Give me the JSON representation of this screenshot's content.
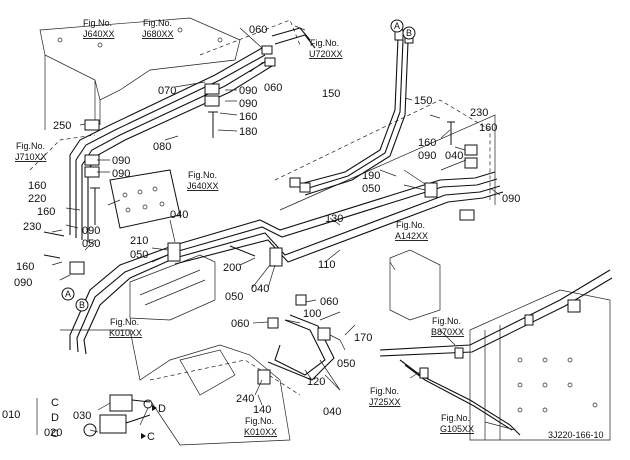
{
  "part_labels": {
    "p010": "010",
    "p020": "020",
    "p030": "030",
    "p040a": "040",
    "p040b": "040",
    "p040c": "040",
    "p040d": "040",
    "p050a": "050",
    "p050b": "050",
    "p050c": "050",
    "p050d": "050",
    "p060a": "060",
    "p060b": "060",
    "p060c": "060",
    "p060d": "060",
    "p070": "070",
    "p080": "080",
    "p090a": "090",
    "p090b": "090",
    "p090c": "090",
    "p090d": "090",
    "p090e": "090",
    "p090f": "090",
    "p090g": "090",
    "p090h": "090",
    "p100": "100",
    "p110": "110",
    "p120": "120",
    "p130": "130",
    "p140": "140",
    "p150a": "150",
    "p150b": "150",
    "p160a": "160",
    "p160b": "160",
    "p160c": "160",
    "p160d": "160",
    "p160e": "160",
    "p160f": "160",
    "p170": "170",
    "p180": "180",
    "p190": "190",
    "p200": "200",
    "p210": "210",
    "p220": "220",
    "p230a": "230",
    "p230b": "230",
    "p240": "240",
    "p250": "250"
  },
  "fig_refs": {
    "j640a": "J640XX",
    "j680": "J680XX",
    "u720": "U720XX",
    "j710": "J710XX",
    "j640b": "J640XX",
    "a142": "A142XX",
    "k010a": "K010XX",
    "b870": "B870XX",
    "j725": "J725XX",
    "k010b": "K010XX",
    "g105": "G105XX"
  },
  "fig_prefix": "Fig.No.",
  "markers": {
    "a": "A",
    "b": "B",
    "c": "C",
    "d": "D"
  },
  "drawing_code": "3J220-166-10"
}
